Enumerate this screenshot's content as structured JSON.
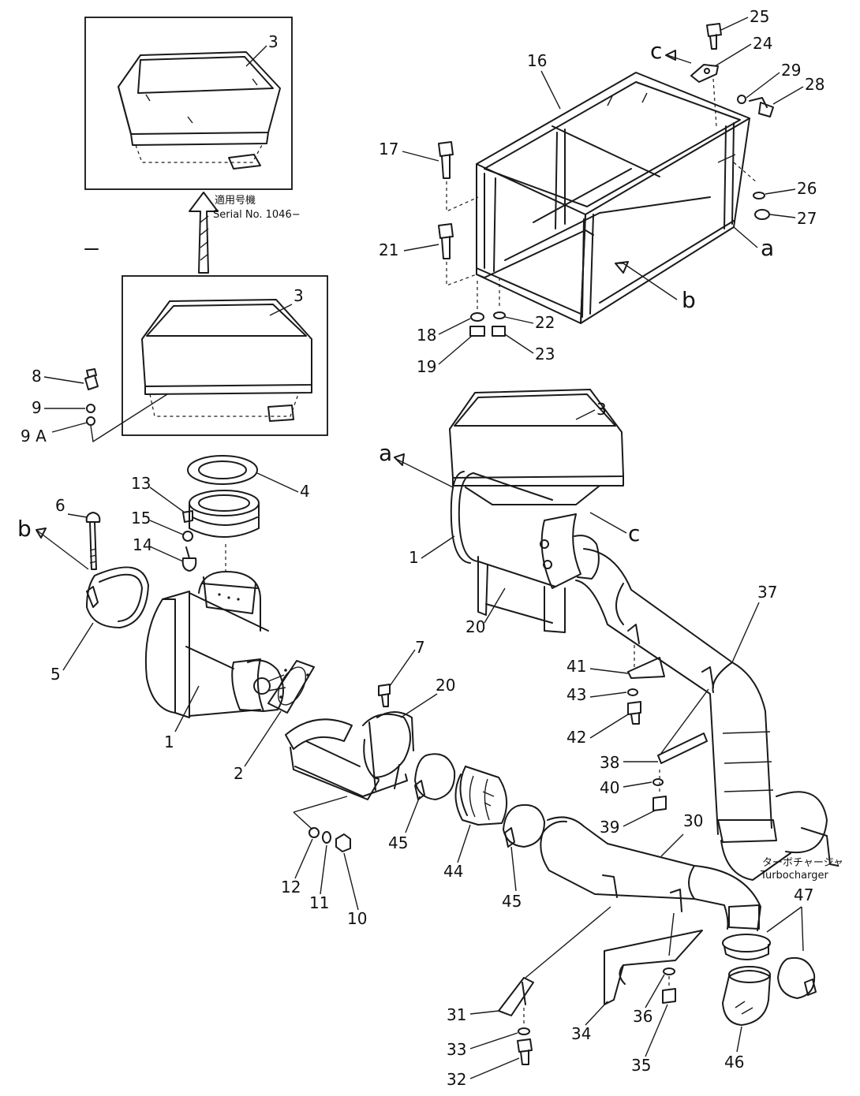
{
  "variant_note": {
    "japanese": "適用号機",
    "serial": "Serial No. 1046−"
  },
  "turbocharger": {
    "japanese": "ターボチャージャ",
    "english": "Turbocharger"
  },
  "letters": [
    "a",
    "b",
    "c"
  ],
  "part_numbers": [
    "1",
    "2",
    "3",
    "4",
    "5",
    "6",
    "7",
    "8",
    "9",
    "9A",
    "10",
    "11",
    "12",
    "13",
    "14",
    "15",
    "16",
    "17",
    "18",
    "19",
    "20",
    "21",
    "22",
    "23",
    "24",
    "25",
    "26",
    "27",
    "28",
    "29",
    "30",
    "31",
    "32",
    "33",
    "34",
    "35",
    "36",
    "37",
    "38",
    "39",
    "40",
    "41",
    "42",
    "43",
    "44",
    "45",
    "46",
    "47"
  ]
}
